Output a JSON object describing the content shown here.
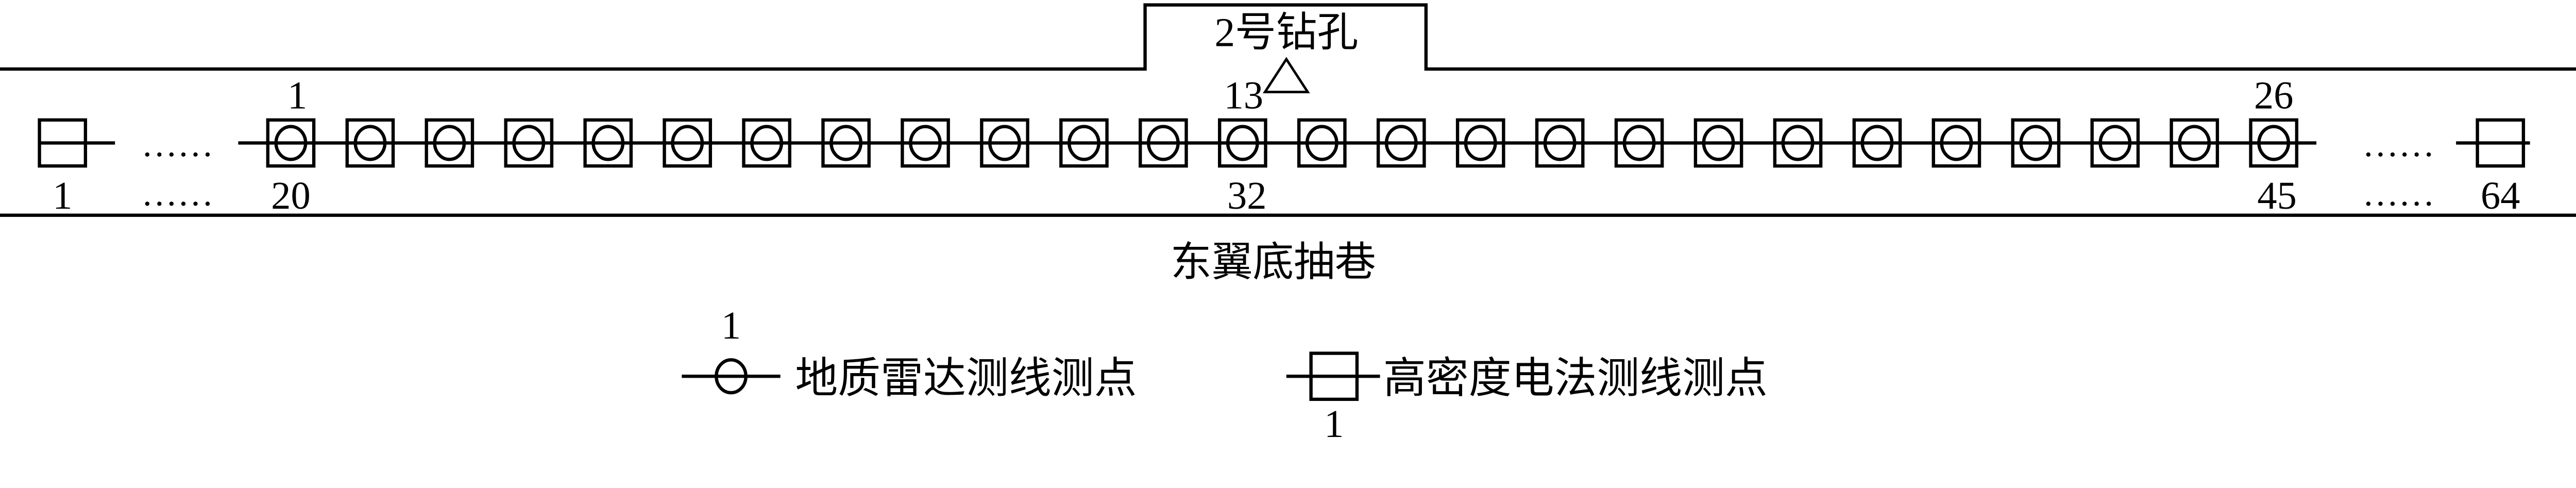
{
  "borehole_label": "2号钻孔",
  "roadway_label": "东翼底抽巷",
  "radar_points": {
    "count": 26,
    "labels_top": [
      "1",
      "13",
      "26"
    ],
    "label_indices": [
      0,
      12,
      25
    ]
  },
  "ert_labels_bottom": [
    "1",
    "20",
    "32",
    "45",
    "64"
  ],
  "ellipsis": "……",
  "legend": {
    "radar": {
      "number": "1",
      "label": "地质雷达测线测点"
    },
    "ert": {
      "number": "1",
      "label": "高密度电法测线测点"
    }
  },
  "colors": {
    "stroke": "#000000",
    "background": "#ffffff"
  }
}
